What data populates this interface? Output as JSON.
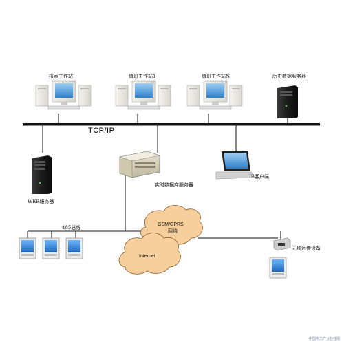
{
  "nodes": {
    "report_station": "报表工作站",
    "duty_station_1": "值班工作站1",
    "duty_station_n": "值班工作站N",
    "history_server": "历史数据服务器",
    "web_server": "WEB服务器",
    "realtime_server": "实时数据库服务器",
    "ie_client": "IE客户端",
    "bus_485": "485总线",
    "wireless_device": "无线远传设备"
  },
  "network": {
    "bus_label": "TCP/IP",
    "cloud_gsm_line1": "GSM/GPRS",
    "cloud_gsm_line2": "网络",
    "cloud_internet": "Internet"
  },
  "watermark": "中国电力产业在线网",
  "colors": {
    "bus": "#111111",
    "cloud_fill": "#f7cf9c",
    "cloud_stroke": "#8a5a2b",
    "meter_screen": "#2f8fe0"
  }
}
